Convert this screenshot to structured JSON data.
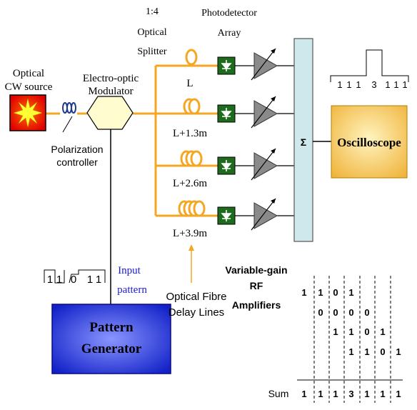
{
  "labels": {
    "optical_source": [
      "Optical",
      "CW source"
    ],
    "modulator": [
      "Electro-optic",
      "Modulator"
    ],
    "polarization": [
      "Polarization",
      "controller"
    ],
    "splitter": [
      "1:4",
      "Optical",
      "Splitter"
    ],
    "photodetector": [
      "Photodetector",
      "Array"
    ],
    "input_pattern": [
      "Input",
      "pattern"
    ],
    "delay_lines": [
      "Optical Fibre",
      "Delay Lines"
    ],
    "amplifiers": [
      "Variable-gain",
      "RF",
      "Amplifiers"
    ],
    "sum_symbol": "Σ"
  },
  "delay_lines": [
    "L",
    "L+1.3m",
    "L+2.6m",
    "L+3.9m"
  ],
  "boxes": {
    "oscilloscope": "Oscilloscope",
    "pattern_generator": [
      "Pattern",
      "Generator"
    ]
  },
  "waveforms": {
    "input_bits": [
      "1",
      "1",
      "0",
      "1",
      "1"
    ],
    "output_bits": [
      "1",
      "1",
      "1",
      "3",
      "1",
      "1",
      "1"
    ]
  },
  "sum_table": {
    "rows": [
      [
        "1",
        "1",
        "0",
        "1",
        "",
        "",
        "",
        ""
      ],
      [
        "",
        "0",
        "0",
        "0",
        "0",
        "",
        "",
        ""
      ],
      [
        "",
        "",
        "1",
        "1",
        "0",
        "1",
        "",
        ""
      ],
      [
        "",
        "",
        "",
        "1",
        "1",
        "0",
        "1",
        ""
      ]
    ],
    "sum_label": "Sum",
    "sum_values": [
      "1",
      "1",
      "1",
      "3",
      "1",
      "1",
      "1"
    ]
  },
  "colors": {
    "fibre": "#F5A623",
    "source_fill": "#FF2A00",
    "star": "#FFFF33",
    "photodetector": "#1E6B1E",
    "amplifier": "#8A8A8A",
    "summer": "#CFE8EC",
    "oscilloscope": "#F7D46A",
    "pattern_generator": "#2E3FE0",
    "input_text": "#1A1ADB"
  }
}
